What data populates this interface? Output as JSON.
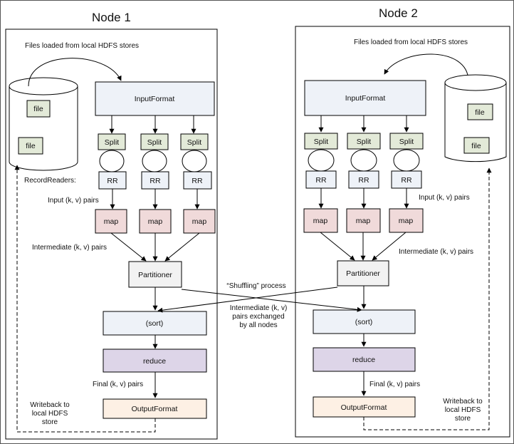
{
  "colors": {
    "input_format": "#EEF2F8",
    "split": "#E3EAD8",
    "rr": "#EEF2F8",
    "map": "#F0DADA",
    "partitioner": "#F2F2F2",
    "sort": "#EEF2F8",
    "reduce": "#DDD5E8",
    "output_format": "#FDF0E4"
  },
  "node1": {
    "title": "Node 1",
    "files_loaded": "Files loaded from local HDFS stores",
    "file_a": "file",
    "file_b": "file",
    "input_format": "InputFormat",
    "split": "Split",
    "record_readers": "RecordReaders:",
    "rr": "RR",
    "input_pairs": "Input (k, v) pairs",
    "map": "map",
    "intermediate_pairs": "Intermediate (k, v) pairs",
    "partitioner": "Partitioner",
    "sort": "(sort)",
    "reduce": "reduce",
    "final_pairs": "Final (k, v) pairs",
    "output_format": "OutputFormat",
    "writeback": [
      "Writeback to",
      "local HDFS",
      "store"
    ]
  },
  "node2": {
    "title": "Node 2",
    "files_loaded": "Files loaded from local HDFS stores",
    "file_a": "file",
    "file_b": "file",
    "input_format": "InputFormat",
    "split": "Split",
    "rr": "RR",
    "input_pairs": "Input (k, v) pairs",
    "map": "map",
    "intermediate_pairs": "Intermediate (k, v) pairs",
    "partitioner": "Partitioner",
    "sort": "(sort)",
    "reduce": "reduce",
    "final_pairs": "Final (k, v) pairs",
    "output_format": "OutputFormat",
    "writeback": [
      "Writeback to",
      "local HDFS",
      "store"
    ]
  },
  "shuffle": {
    "title": "“Shuffling” process",
    "description": [
      "Intermediate (k, v)",
      "pairs exchanged",
      "by all nodes"
    ]
  }
}
